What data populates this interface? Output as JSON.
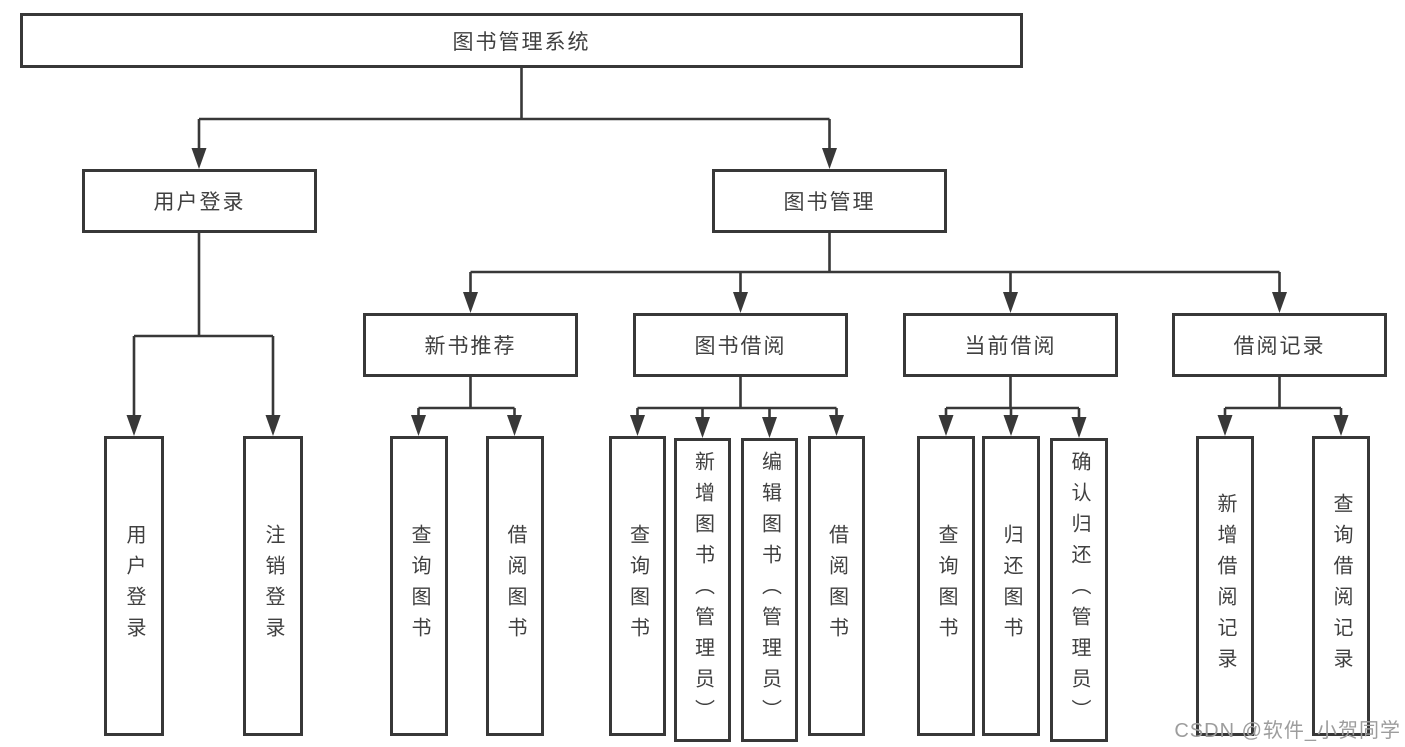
{
  "diagram": {
    "title": "图书管理系统",
    "root": {
      "label": "图书管理系统"
    },
    "level2": {
      "user_login": {
        "label": "用户登录"
      },
      "book_management": {
        "label": "图书管理"
      }
    },
    "level3": {
      "new_book_recommend": {
        "label": "新书推荐"
      },
      "book_borrow": {
        "label": "图书借阅"
      },
      "current_borrow": {
        "label": "当前借阅"
      },
      "borrow_record": {
        "label": "借阅记录"
      }
    },
    "leaves": {
      "user_login": [
        "用户登录",
        "注销登录"
      ],
      "new_book_recommend": [
        "查询图书",
        "借阅图书"
      ],
      "book_borrow": [
        "查询图书",
        "新增图书（管理员）",
        "编辑图书（管理员）",
        "借阅图书"
      ],
      "current_borrow": [
        "查询图书",
        "归还图书",
        "确认归还（管理员）"
      ],
      "borrow_record": [
        "新增借阅记录",
        "查询借阅记录"
      ]
    }
  },
  "watermark": "CSDN @软件_小贺同学",
  "colors": {
    "line": "#383838",
    "text": "#404040",
    "watermark": "#9d9d9d",
    "background": "#ffffff"
  }
}
